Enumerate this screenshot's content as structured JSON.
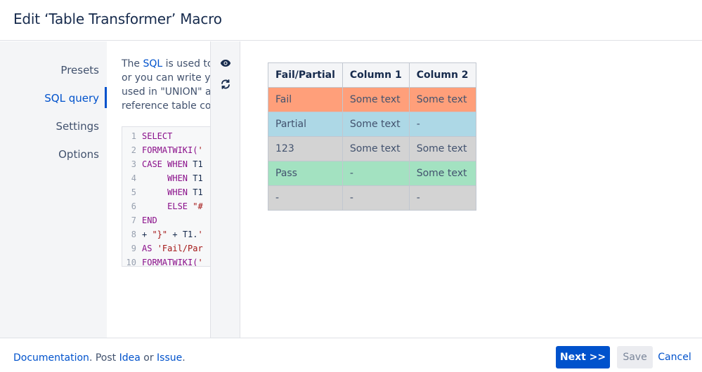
{
  "dialog": {
    "title": "Edit ‘Table Transformer’ Macro"
  },
  "sidebar": {
    "items": [
      {
        "label": "Presets",
        "active": false
      },
      {
        "label": "SQL query",
        "active": true
      },
      {
        "label": "Settings",
        "active": false
      },
      {
        "label": "Options",
        "active": false
      }
    ]
  },
  "editor": {
    "description": {
      "line1_prefix": "The ",
      "line1_link": "SQL",
      "line1_rest": " is used to tr",
      "line2": "or you can write you",
      "line3": "used in \"UNION\" anc",
      "line4": "reference table colur"
    },
    "code_lines": [
      {
        "num": "1",
        "segments": [
          {
            "t": "SELECT",
            "k": "kw"
          }
        ]
      },
      {
        "num": "2",
        "segments": [
          {
            "t": "FORMATWIKI(",
            "k": "kw"
          },
          {
            "t": "'",
            "k": "str"
          }
        ]
      },
      {
        "num": "3",
        "segments": [
          {
            "t": "CASE WHEN ",
            "k": "kw"
          },
          {
            "t": "T1",
            "k": "txt"
          }
        ]
      },
      {
        "num": "4",
        "segments": [
          {
            "t": "     WHEN ",
            "k": "kw"
          },
          {
            "t": "T1",
            "k": "txt"
          }
        ]
      },
      {
        "num": "5",
        "segments": [
          {
            "t": "     WHEN ",
            "k": "kw"
          },
          {
            "t": "T1",
            "k": "txt"
          }
        ]
      },
      {
        "num": "6",
        "segments": [
          {
            "t": "     ELSE ",
            "k": "kw"
          },
          {
            "t": "\"#",
            "k": "str"
          }
        ]
      },
      {
        "num": "7",
        "segments": [
          {
            "t": "END",
            "k": "kw"
          }
        ]
      },
      {
        "num": "8",
        "segments": [
          {
            "t": "+ ",
            "k": "txt"
          },
          {
            "t": "\"}\"",
            "k": "str"
          },
          {
            "t": " + T1.",
            "k": "txt"
          },
          {
            "t": "'",
            "k": "str"
          }
        ]
      },
      {
        "num": "9",
        "segments": [
          {
            "t": "AS ",
            "k": "kw"
          },
          {
            "t": "'Fail/Par",
            "k": "str"
          }
        ]
      },
      {
        "num": "10",
        "segments": [
          {
            "t": "FORMATWIKI(",
            "k": "kw"
          },
          {
            "t": "'",
            "k": "str"
          }
        ]
      }
    ]
  },
  "tools": {
    "preview_icon": "eye-icon",
    "refresh_icon": "refresh-icon"
  },
  "preview_table": {
    "headers": [
      "Fail/Partial",
      "Column 1",
      "Column 2"
    ],
    "rows": [
      {
        "bg": "#ff9f7a",
        "cells": [
          "Fail",
          "Some text",
          "Some text"
        ]
      },
      {
        "bg": "#add8e6",
        "cells": [
          "Partial",
          "Some text",
          "-"
        ]
      },
      {
        "bg": "#d3d3d3",
        "cells": [
          "123",
          "Some text",
          "Some text"
        ]
      },
      {
        "bg": "#a3e2c1",
        "cells": [
          "Pass",
          "-",
          "Some text"
        ]
      },
      {
        "bg": "#d3d3d3",
        "cells": [
          "-",
          "-",
          "-"
        ]
      }
    ]
  },
  "footer": {
    "documentation": "Documentation",
    "sep1": ". Post ",
    "idea": "Idea",
    "sep2": " or ",
    "issue": "Issue",
    "sep3": ".",
    "next_label": "Next >>",
    "save_label": "Save",
    "cancel_label": "Cancel"
  },
  "colors": {
    "accent": "#0052cc",
    "sidebar_bg": "#f4f5f7"
  }
}
